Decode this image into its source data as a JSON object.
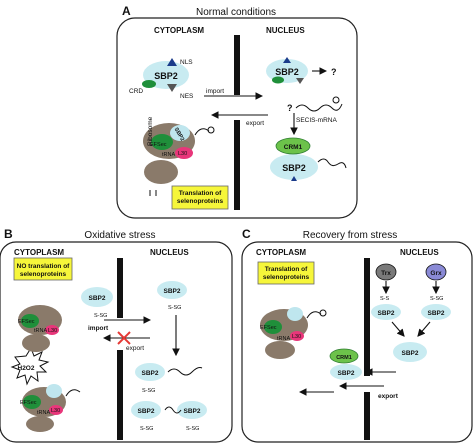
{
  "panel_a": {
    "letter": "A",
    "title": "Normal conditions",
    "cytoplasm": "CYTOPLASM",
    "nucleus": "NUCLEUS",
    "sbp2": "SBP2",
    "nls": "NLS",
    "nes": "NES",
    "crd": "CRD",
    "import": "import",
    "export": "export",
    "question": "?",
    "secis": "SECIS-mRNA",
    "crm1": "CRM1",
    "ribosome": "Ribosome",
    "efsec": "EFSec",
    "trna": "tRNA",
    "l30": "L30",
    "translation": "Translation of selenoproteins"
  },
  "panel_b": {
    "letter": "B",
    "title": "Oxidative stress",
    "cytoplasm": "CYTOPLASM",
    "nucleus": "NUCLEUS",
    "no_translation": "NO translation of selenoproteins",
    "sbp2": "SBP2",
    "ssg": "S-SG",
    "import": "import",
    "export": "export",
    "h2o2": "H2O2",
    "efsec": "EFSec",
    "trna": "tRNA",
    "l30": "L30"
  },
  "panel_c": {
    "letter": "C",
    "title": "Recovery from stress",
    "cytoplasm": "CYTOPLASM",
    "nucleus": "NUCLEUS",
    "translation": "Translation of selenoproteins",
    "trx": "Trx",
    "grx": "Grx",
    "ss": "S-S",
    "ssg": "S-SG",
    "sbp2": "SBP2",
    "crm1": "CRM1",
    "export": "export",
    "efsec": "EFSec",
    "trna": "tRNA",
    "l30": "L30"
  }
}
